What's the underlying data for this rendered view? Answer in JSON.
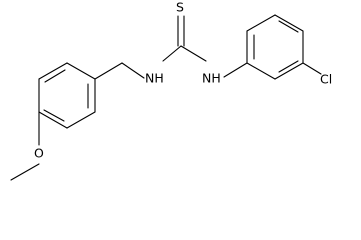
{
  "molecule": {
    "atoms": {
      "sulfur": "S",
      "nh_left": "NH",
      "nh_right": "NH",
      "chlorine": "Cl",
      "oxygen": "O"
    },
    "colors": {
      "bond": "#000000",
      "label": "#000000",
      "background": "#ffffff"
    }
  }
}
